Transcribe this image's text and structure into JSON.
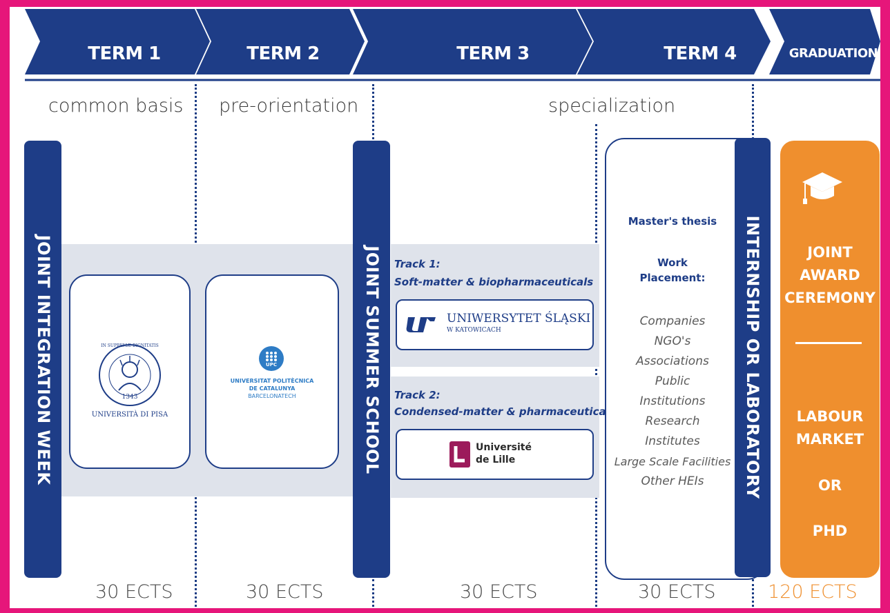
{
  "terms": [
    {
      "label": "TERM 1"
    },
    {
      "label": "TERM 2"
    },
    {
      "label": "TERM 3"
    },
    {
      "label": "TERM 4"
    },
    {
      "label": "GRADUATION"
    }
  ],
  "phases": {
    "p1": "common basis",
    "p2": "pre-orientation",
    "p3": "specialization"
  },
  "bars": {
    "integration_week": "JOINT INTEGRATION WEEK",
    "summer_school": "JOINT SUMMER SCHOOL",
    "internship": "INTERNSHIP OR LABORATORY"
  },
  "universities": {
    "pisa_motto": "IN SUPREMÆ DIGNITATIS",
    "pisa_year": "1343",
    "pisa_name": "UNIVERSITÀ DI PISA",
    "upc_badge": "UPC",
    "upc_line1": "UNIVERSITAT POLITÈCNICA",
    "upc_line2": "DE CATALUNYA",
    "upc_line3": "BARCELONATECH",
    "silesia_name": "UNIWERSYTET ŚLĄSKI",
    "silesia_sub": "W KATOWICACH",
    "lille_line1": "Université",
    "lille_line2": "de Lille"
  },
  "tracks": {
    "t1_title": "Track 1:",
    "t1_desc": "Soft-matter & biopharmaceuticals",
    "t2_title": "Track 2:",
    "t2_desc": "Condensed-matter & pharmaceuticals"
  },
  "thesis": {
    "title": "Master's thesis",
    "work_line1": "Work",
    "work_line2": "Placement:",
    "items": [
      "Companies",
      "NGO's",
      "Associations",
      "Public",
      "Institutions",
      "Research",
      "Institutes",
      "Large Scale Facilities",
      "Other HEIs"
    ]
  },
  "graduation": {
    "line1": "JOINT",
    "line2": "AWARD",
    "line3": "CEREMONY",
    "line4": "LABOUR",
    "line5": "MARKET",
    "line6": "OR",
    "line7": "PHD"
  },
  "ects": {
    "e1": "30 ECTS",
    "e2": "30 ECTS",
    "e3": "30 ECTS",
    "e4": "30 ECTS",
    "total": "120 ECTS"
  },
  "colors": {
    "navy": "#1e3d87",
    "orange": "#ef8f2e",
    "band": "#dfe3eb",
    "frame": "#e6167a"
  },
  "icons": {
    "graduation": "graduation-cap-icon"
  }
}
